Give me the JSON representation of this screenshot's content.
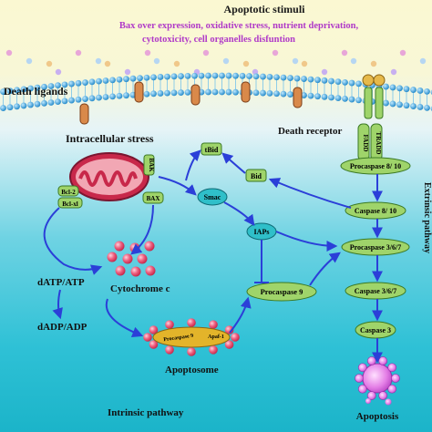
{
  "header": {
    "title": "Apoptotic  stimuli",
    "line1": "Bax over expression, oxidative stress, nutrient deprivation,",
    "line2": "cytotoxicity, cell organelles disfuntion"
  },
  "labels": {
    "death_ligands": "Death ligands",
    "intracellular_stress": "Intracellular stress",
    "death_receptor": "Death receptor",
    "fadd": "FADD",
    "tradd": "TRADD",
    "tbid": "tBid",
    "bid": "Bid",
    "bak": "BAK",
    "bcl2": "Bcl-2",
    "bclxl": "Bcl-xl",
    "bax": "BAX",
    "smac": "Smac",
    "iaps": "IAPs",
    "cytochrome_c": "Cytochrome c",
    "datp": "dATP/ATP",
    "dadp": "dADP/ADP",
    "procaspase9": "Procaspase 9",
    "procaspase9_small": "Procaspase 9",
    "apaf1": "Apaf-1",
    "apoptosome": "Apoptosome",
    "procaspase810": "Procaspase 8/ 10",
    "caspase810": "Caspase 8/ 10",
    "procaspase367": "Procaspase 3/6/7",
    "caspase367": "Caspase 3/6/7",
    "caspase3": "Caspase 3",
    "apoptosis": "Apoptosis",
    "intrinsic_pathway": "Intrinsic pathway",
    "extrinsic_pathway": "Extrinsic pathway"
  },
  "colors": {
    "title_text": "#1a1a1a",
    "stimuli_text": "#b03ac8",
    "membrane_blue": "#2a9fd8",
    "node_green": "#9fd46a",
    "mito_red": "#c8284a",
    "arrow_blue": "#2b3fd8"
  }
}
